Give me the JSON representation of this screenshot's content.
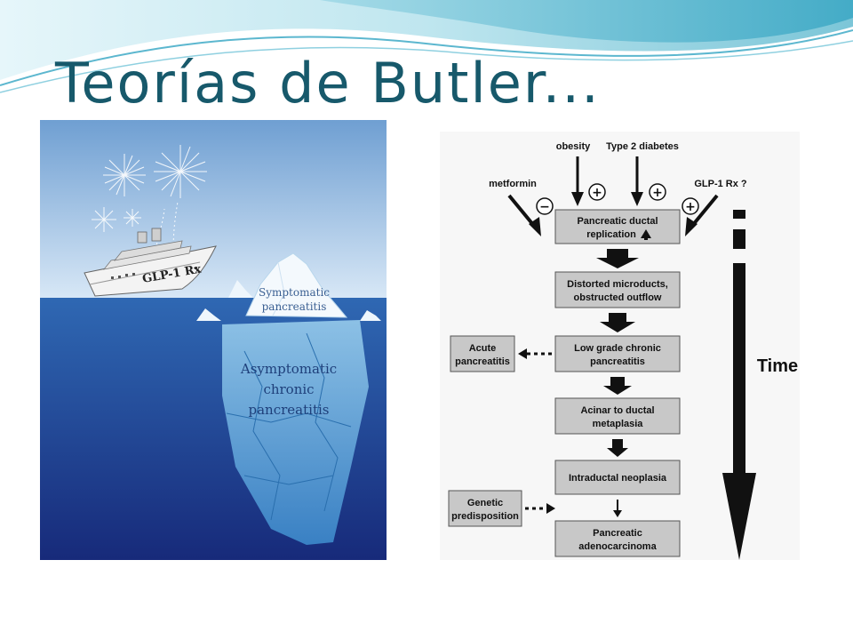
{
  "slide": {
    "title": "Teorías de Butler..."
  },
  "iceberg": {
    "ship_label": "GLP-1 Rx",
    "tip_label_line1": "Symptomatic",
    "tip_label_line2": "pancreatitis",
    "base_label_line1": "Asymptomatic",
    "base_label_line2": "chronic",
    "base_label_line3": "pancreatitis"
  },
  "flowchart": {
    "input_obesity": "obesity",
    "input_t2d": "Type 2 diabetes",
    "input_metformin": "metformin",
    "input_glp1": "GLP-1 Rx ?",
    "sign_minus": "−",
    "sign_plus": "+",
    "box1_line1": "Pancreatic ductal",
    "box1_line2": "replication",
    "box2_line1": "Distorted microducts,",
    "box2_line2": "obstructed outflow",
    "box3_line1": "Low grade chronic",
    "box3_line2": "pancreatitis",
    "box4_line1": "Acinar to ductal",
    "box4_line2": "metaplasia",
    "box5_line1": "Intraductal neoplasia",
    "box6_line1": "Pancreatic",
    "box6_line2": "adenocarcinoma",
    "side1_line1": "Acute",
    "side1_line2": "pancreatitis",
    "side2_line1": "Genetic",
    "side2_line2": "predisposition",
    "time_label": "Time"
  },
  "colors": {
    "title": "#17596b",
    "sky_top": "#a9c6e2",
    "sea_top": "#2f68b3",
    "sea_bottom": "#172a7a",
    "box_fill": "#c8c8c8"
  }
}
